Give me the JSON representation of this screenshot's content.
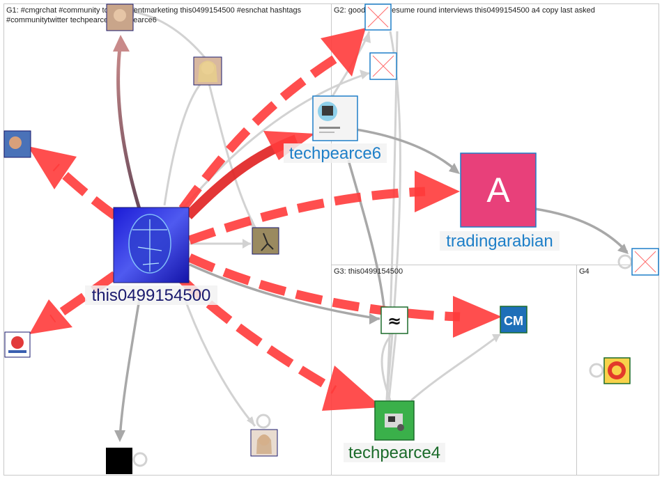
{
  "groups": [
    {
      "id": "G1",
      "label": "G1: #cmgrchat #community top #contentmarketing this0499154500 #esnchat hashtags",
      "label_line2": "#communitytwitter techpearce4 techpearce6"
    },
    {
      "id": "G2",
      "label": "G2: good paper resume round interviews this0499154500 a4 copy last asked"
    },
    {
      "id": "G3",
      "label": "G3: this0499154500"
    },
    {
      "id": "G4",
      "label": "G4"
    }
  ],
  "colors": {
    "edge_red": "#ff3b3b",
    "edge_gray": "#a8a8a8",
    "edge_lightgray": "#d0d0d0",
    "label_navy": "#1a1a6e",
    "label_blue": "#1e7fc8",
    "label_green": "#1b6b2a",
    "group_border": "#c8c8c8"
  },
  "nodes": {
    "this0499154500": {
      "label": "this0499154500",
      "icon": "glitch-portrait-avatar"
    },
    "techpearce6": {
      "label": "techpearce6",
      "icon": "profile-card-avatar"
    },
    "tradingarabian": {
      "label": "tradingarabian",
      "initial": "A",
      "color": "#e8407a"
    },
    "techpearce4": {
      "label": "techpearce4",
      "icon": "robot-avatar"
    },
    "cm_logo": {
      "text": "CM",
      "icon": "cm-logo-avatar"
    },
    "approx": {
      "text": "≈",
      "icon": "approx-logo-avatar"
    }
  }
}
